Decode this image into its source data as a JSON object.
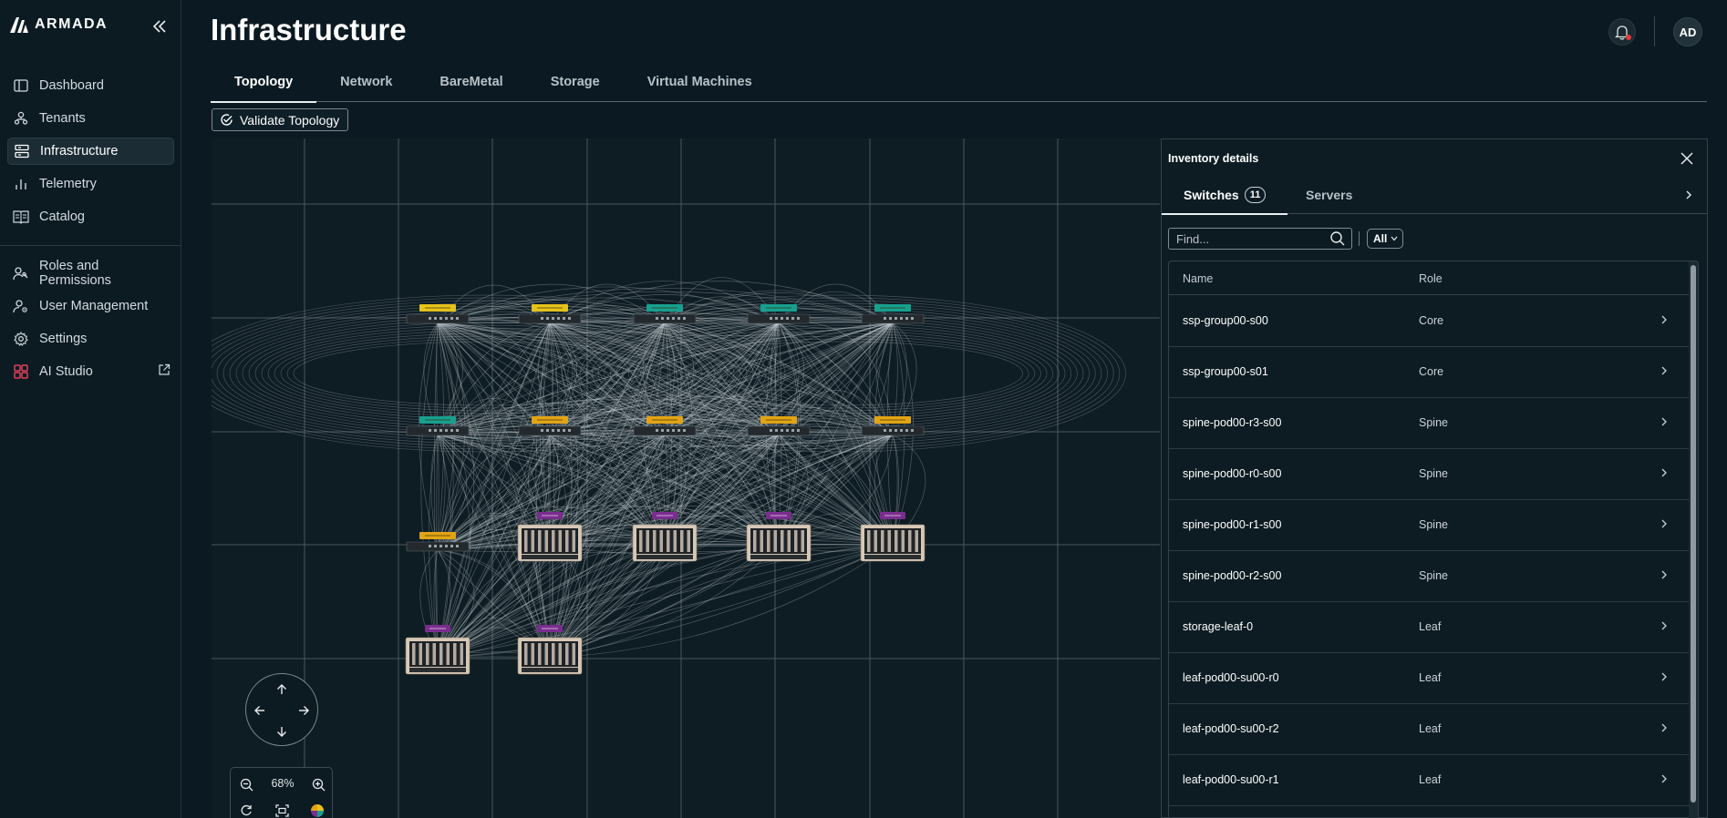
{
  "app": {
    "brand": "ARMADA"
  },
  "sidebar": {
    "items": [
      {
        "label": "Dashboard",
        "icon": "dashboard-icon",
        "active": false
      },
      {
        "label": "Tenants",
        "icon": "tenants-icon",
        "active": false
      },
      {
        "label": "Infrastructure",
        "icon": "server-icon",
        "active": true
      },
      {
        "label": "Telemetry",
        "icon": "bar-chart-icon",
        "active": false
      },
      {
        "label": "Catalog",
        "icon": "book-icon",
        "active": false
      }
    ],
    "items2": [
      {
        "label": "Roles and Permissions",
        "icon": "roles-icon"
      },
      {
        "label": "User Management",
        "icon": "user-gear-icon"
      },
      {
        "label": "Settings",
        "icon": "gear-icon"
      },
      {
        "label": "AI Studio",
        "icon": "ai-studio-icon",
        "external": true
      }
    ]
  },
  "header": {
    "title": "Infrastructure",
    "avatar_initials": "AD"
  },
  "tabs": [
    {
      "label": "Topology",
      "active": true
    },
    {
      "label": "Network",
      "active": false
    },
    {
      "label": "BareMetal",
      "active": false
    },
    {
      "label": "Storage",
      "active": false
    },
    {
      "label": "Virtual Machines",
      "active": false
    }
  ],
  "toolbar": {
    "validate_label": "Validate Topology"
  },
  "canvas": {
    "zoom_level": "68%"
  },
  "panel": {
    "title": "Inventory details",
    "tabs": [
      {
        "label": "Switches",
        "count": "11",
        "active": true
      },
      {
        "label": "Servers",
        "active": false
      }
    ],
    "search_placeholder": "Find...",
    "filter_value": "All",
    "columns": {
      "name": "Name",
      "role": "Role"
    },
    "rows": [
      {
        "name": "ssp-group00-s00",
        "role": "Core"
      },
      {
        "name": "ssp-group00-s01",
        "role": "Core"
      },
      {
        "name": "spine-pod00-r3-s00",
        "role": "Spine"
      },
      {
        "name": "spine-pod00-r0-s00",
        "role": "Spine"
      },
      {
        "name": "spine-pod00-r1-s00",
        "role": "Spine"
      },
      {
        "name": "spine-pod00-r2-s00",
        "role": "Spine"
      },
      {
        "name": "storage-leaf-0",
        "role": "Leaf"
      },
      {
        "name": "leaf-pod00-su00-r0",
        "role": "Leaf"
      },
      {
        "name": "leaf-pod00-su00-r2",
        "role": "Leaf"
      },
      {
        "name": "leaf-pod00-su00-r1",
        "role": "Leaf"
      }
    ]
  },
  "colors": {
    "core_label": "#e6c21b",
    "spine_label": "#17a08f",
    "leaf_label": "#e3a414",
    "server_label": "#7a2d8f"
  }
}
